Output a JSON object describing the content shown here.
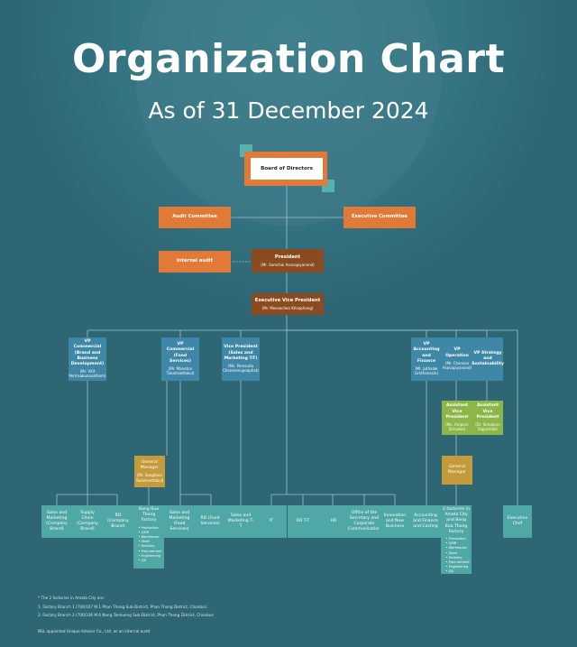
{
  "header": {
    "title": "Organization Chart",
    "subtitle": "As of 31 December 2024"
  },
  "board": "Board of Directors",
  "audit_committee": "Audit Committee",
  "executive_committee": "Executive Committee",
  "internal_audit": "Internal audit",
  "president": {
    "title": "President",
    "name": "(Mr. Somchai Asavapiyanond)"
  },
  "evp": {
    "title": "Executive Vice President",
    "name": "(Mr. Meesochon Khoophong)"
  },
  "vps": [
    {
      "title": "VP Commercial (Brand and Business Development)",
      "name": "(Mr. Vitit Permsakunasathorn)"
    },
    {
      "title": "VP Commercial (Food Services)",
      "name": "(Mr. Manoton Tanomsettakul)"
    },
    {
      "title": "Vice President (Sales and Marketing T-T)",
      "name": "(Ms. Pornsuda Chareeanupoaphat)"
    },
    {
      "title": "VP Accounting and Finance",
      "name": "(Mr. Juthalak Limthanasin)"
    },
    {
      "title": "VP Operation",
      "name": "(Mr. Chansan Asavapiyanond)"
    },
    {
      "title": "VP Strategy and Sustainability",
      "name": ""
    }
  ],
  "avps": [
    {
      "title": "Assistant Vice President",
      "name": "(Ms. Amporn Sirisakol)"
    },
    {
      "title": "Assistant Vice President",
      "name": "(Dr. Simaporn Sajjasmek)"
    }
  ],
  "gm_food": {
    "title": "General Manager",
    "name": "(Mr. Sangtaun Tanomsettakul)"
  },
  "gm_ops": {
    "title": "General Manager"
  },
  "depts": [
    "Sales and Marketing (Company Brand)",
    "Supply Chain (Company Brand)",
    "RD (Company Brand)",
    "Bang Bua Thong Factory",
    "Sales and Marketing (Food Services)",
    "RD (Food Services)",
    "Sales and Marketing T-T",
    "IT",
    "RD T-T",
    "HR",
    "Office of the Secretary and Corporate Communication",
    "Innovation and New Business",
    "Accounting and Finance and Costing",
    "2 factories in Amata City and Bang Bua Thong Factory",
    "Executive Chef"
  ],
  "factory_units": [
    "Production",
    "QMR",
    "Warehouse",
    "Store",
    "Delivery",
    "Procurement",
    "Engineering",
    "QA"
  ],
  "footnotes": {
    "intro": "*  The 2 factories in Amata City are:",
    "f1": "1.  Factory Branch 1 (700/107 M.1 Phan Thong Sub-District, Phan Thong District, Chonburi",
    "f2": "2.  Factory Branch 2 (700/336 M.6 Nong Tamlueng Sub-District, Phan Thong District, Chonburi",
    "note": "NSL appointed Unique Advisor Co., Ltd. as an internal audit"
  },
  "colors": {
    "background": "#2e6674",
    "orange": "#e07a36",
    "brown": "#8c4a1f",
    "blue": "#3f87a6",
    "teal": "#4fa8a6",
    "green": "#8cb648",
    "gold": "#c39b3a"
  }
}
